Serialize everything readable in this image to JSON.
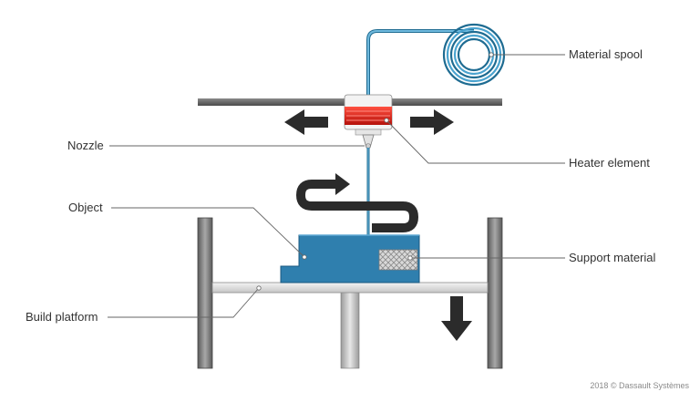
{
  "labels": {
    "material_spool": "Material spool",
    "nozzle": "Nozzle",
    "heater_element": "Heater element",
    "object": "Object",
    "support_material": "Support material",
    "build_platform": "Build platform"
  },
  "copyright": "2018 © Dassault Systèmes",
  "colors": {
    "filament": "#3a8fb7",
    "object_fill": "#2f7fae",
    "heater_red": "#e0231b",
    "arrow": "#2b2b2b",
    "leader": "#666666"
  },
  "icons": {
    "move_left": "arrow-left-icon",
    "move_right": "arrow-right-icon",
    "move_down": "arrow-down-icon",
    "path": "u-turn-arrow-icon"
  }
}
